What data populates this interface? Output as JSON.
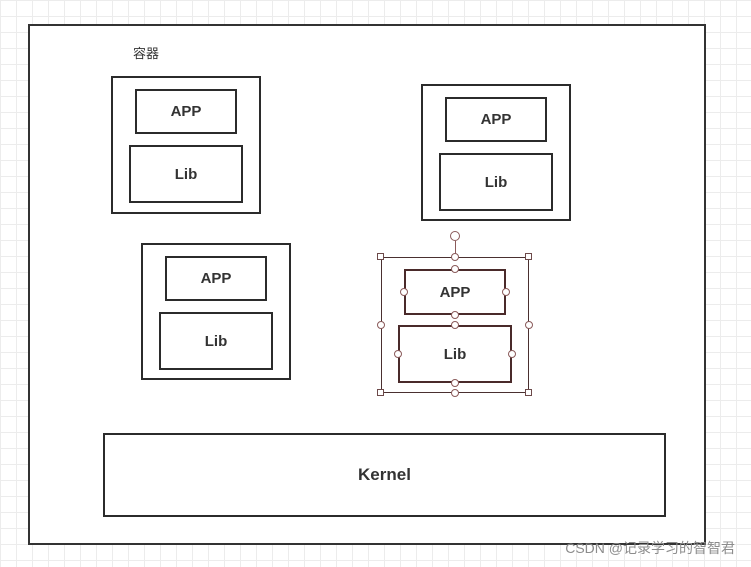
{
  "container_label": "容器",
  "containers": [
    {
      "app": "APP",
      "lib": "Lib"
    },
    {
      "app": "APP",
      "lib": "Lib"
    },
    {
      "app": "APP",
      "lib": "Lib"
    },
    {
      "app": "APP",
      "lib": "Lib"
    }
  ],
  "kernel": "Kernel",
  "watermark": "CSDN @记录学习的智智君"
}
